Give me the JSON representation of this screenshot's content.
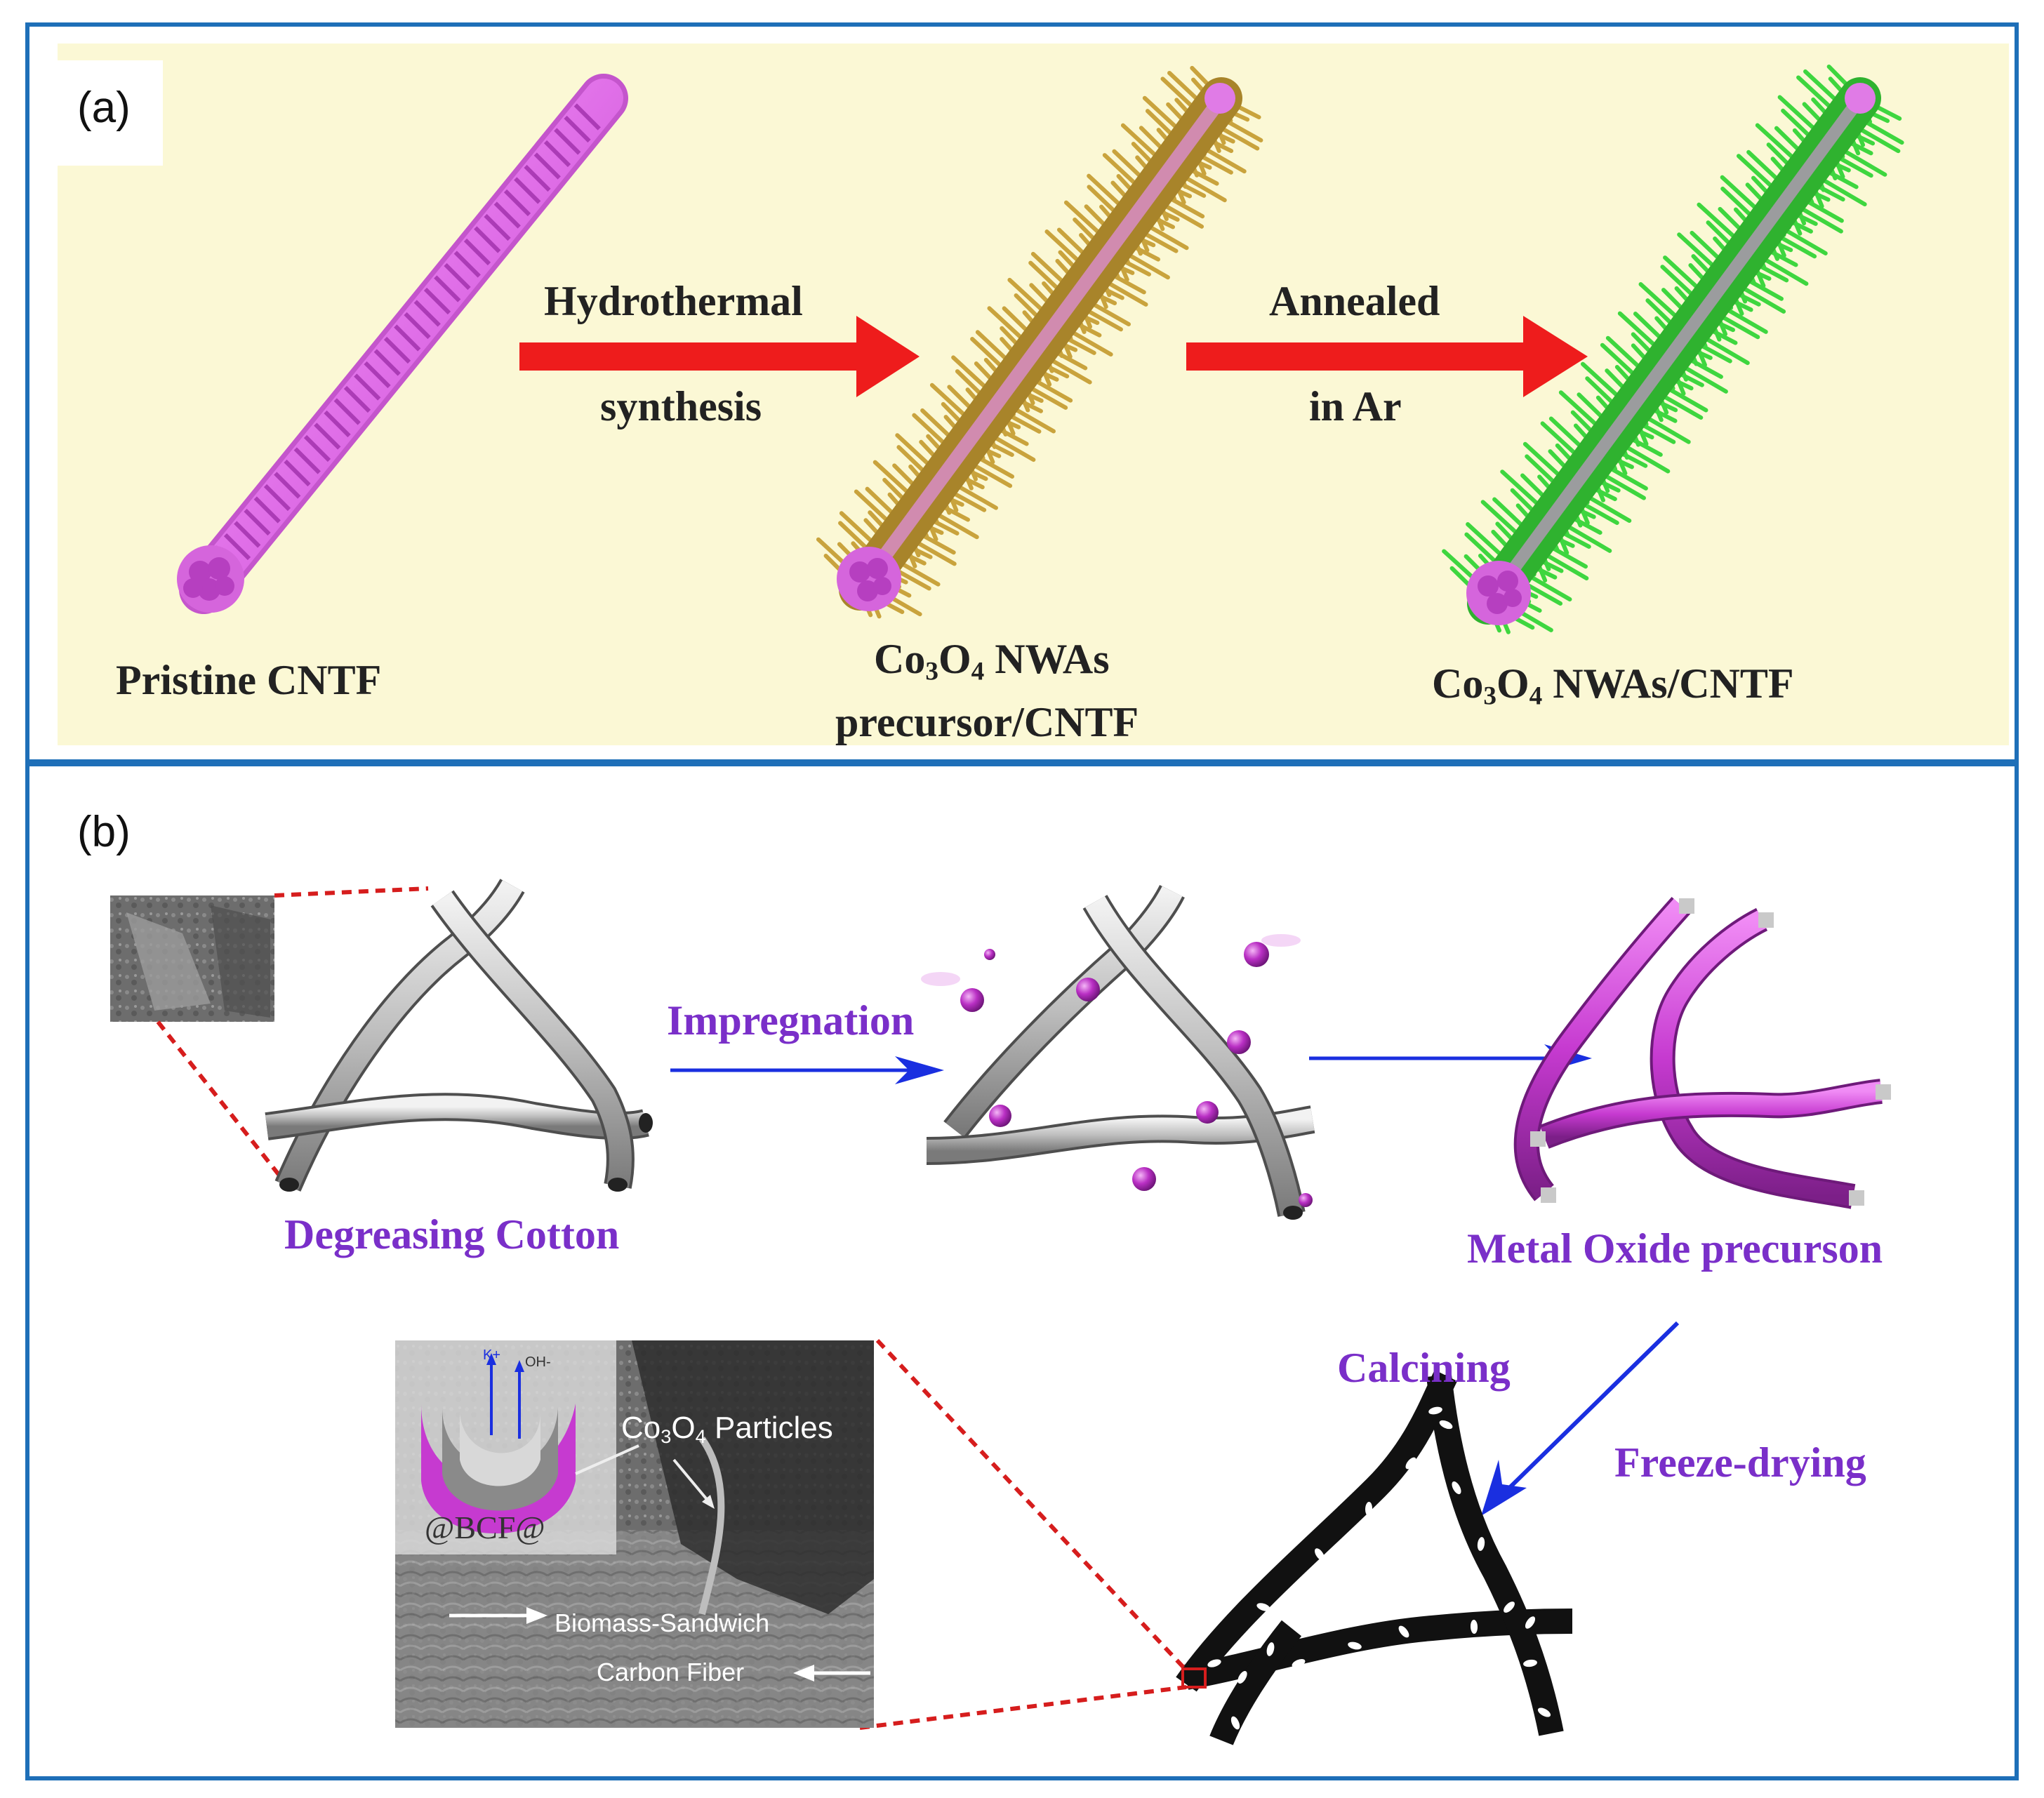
{
  "panel_a": {
    "tag": "(a)",
    "arrow1_top": "Hydrothermal",
    "arrow1_bottom": "synthesis",
    "arrow2_top": "Annealed",
    "arrow2_bottom": "in Ar",
    "label_pristine": "Pristine CNTF",
    "label_precursor_line1_a": "Co",
    "label_precursor_line1_sub1": "3",
    "label_precursor_line1_b": "O",
    "label_precursor_line1_sub2": "4",
    "label_precursor_line1_c": " NWAs",
    "label_precursor_line2": "precursor/CNTF",
    "label_final_a": "Co",
    "label_final_sub1": "3",
    "label_final_b": "O",
    "label_final_sub2": "4",
    "label_final_c": " NWAs/CNTF"
  },
  "panel_b": {
    "tag": "(b)",
    "impregnation": "Impregnation",
    "degreasing_cotton": "Degreasing Cotton",
    "metal_oxide": "Metal Oxide precurson",
    "calcining": "Calcining",
    "freeze_drying": "Freeze-drying",
    "inset": {
      "k_ion": "K+",
      "oh_ion": "OH-",
      "particles_a": "Co",
      "particles_sub1": "3",
      "particles_b": "O",
      "particles_sub2": "4",
      "particles_c": " Particles",
      "bcf": "@BCF@",
      "biomass": "Biomass-Sandwich",
      "carbon_fiber": "Carbon Fiber"
    }
  },
  "colors": {
    "frame": "#1e6fb8",
    "panel_a_bg": "#fbf8d5",
    "red_arrow": "#ee1c1c",
    "blue_arrow": "#1a2fe0",
    "cntf_pink": "#e07be6",
    "precursor_gold": "#c7a63a",
    "final_green": "#39d43a",
    "purple_text": "#7a2fc9",
    "magenta_fiber": "#c63ad0"
  }
}
